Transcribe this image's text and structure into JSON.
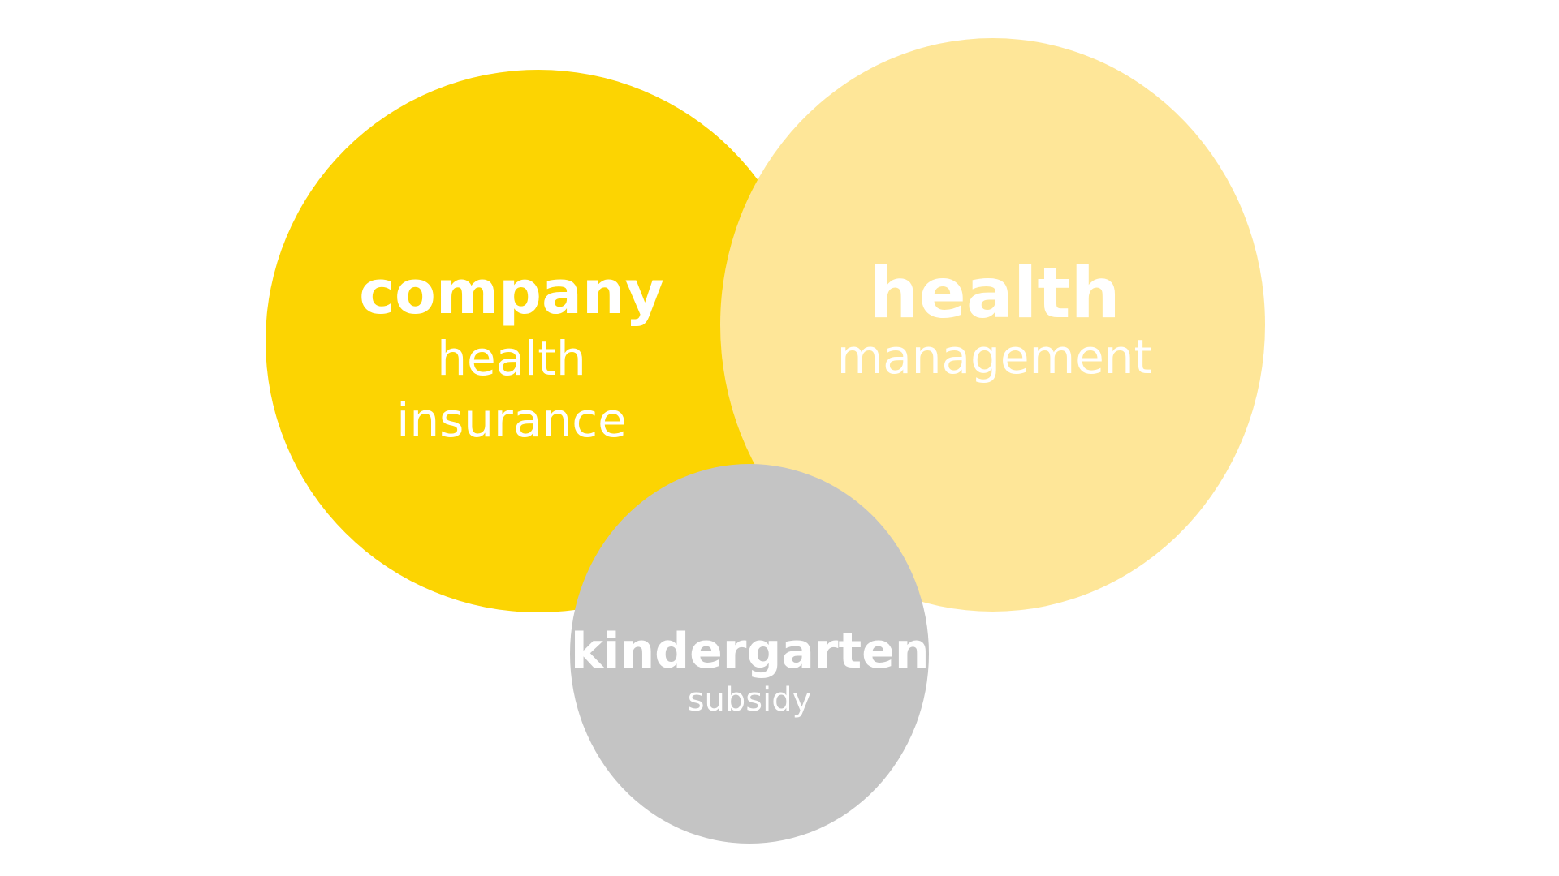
{
  "colors": {
    "company_circle": "#fcd402",
    "health_circle": "#fee698",
    "kindergarten_circle": "#c4c4c4",
    "text": "#ffffff"
  },
  "nodes": [
    {
      "title": "company",
      "lines": [
        "health",
        "insurance"
      ]
    },
    {
      "title": "health",
      "lines": [
        "management"
      ]
    },
    {
      "title": "kindergarten",
      "lines": [
        "subsidy"
      ]
    }
  ]
}
